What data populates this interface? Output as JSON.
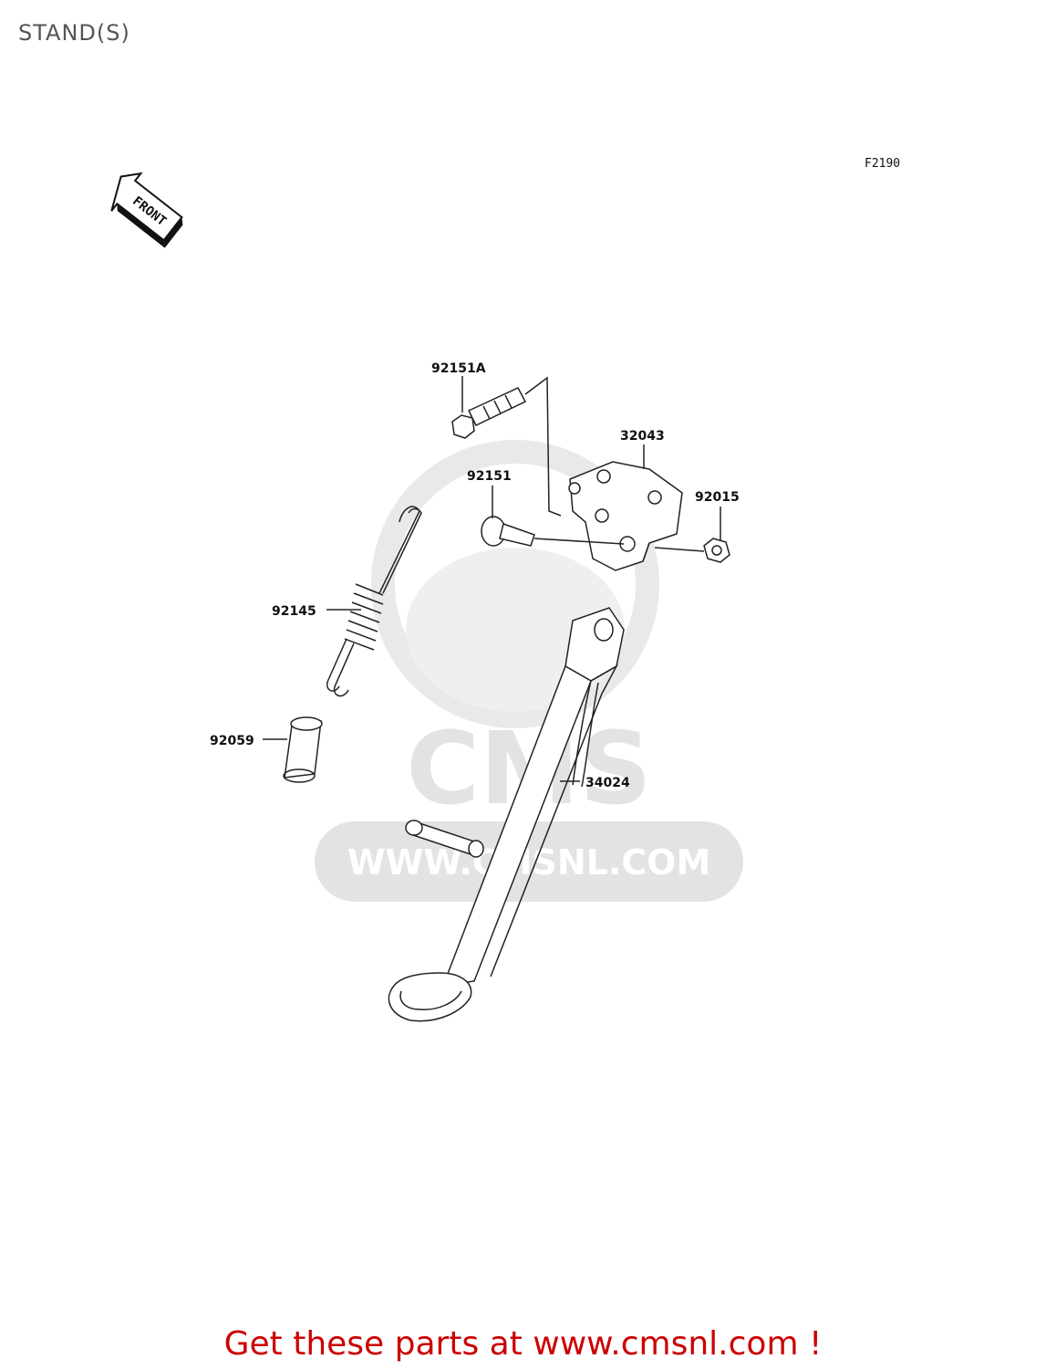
{
  "page": {
    "title": "STAND(S)",
    "figure_code": "F2190"
  },
  "front_arrow": {
    "label": "FRONT",
    "icon": "front-arrow-icon"
  },
  "watermark": {
    "text": "WWW.CMSNL.COM",
    "brand": "CMS"
  },
  "parts": [
    {
      "id": "92151A"
    },
    {
      "id": "32043"
    },
    {
      "id": "92151"
    },
    {
      "id": "92015"
    },
    {
      "id": "92145"
    },
    {
      "id": "92059"
    },
    {
      "id": "34024"
    }
  ],
  "cta": {
    "prefix": "Get these parts at ",
    "link": "www.cmsnl.com",
    "suffix": " !"
  },
  "colors": {
    "cta": "#cc0000",
    "watermark": "#e6e6e6",
    "line": "#222222"
  }
}
